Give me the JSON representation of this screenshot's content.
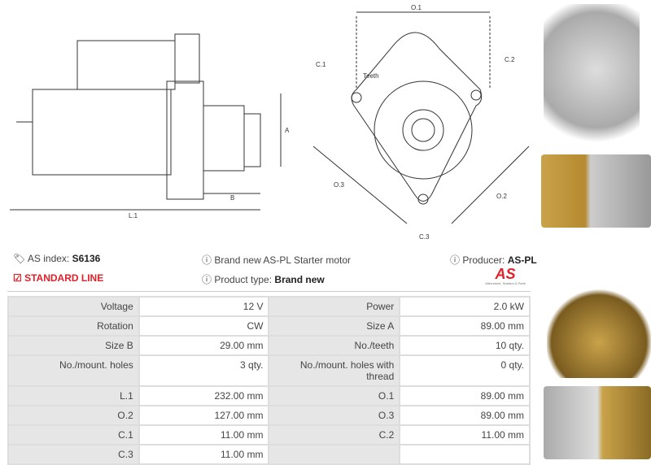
{
  "drawing_side": {
    "labels": {
      "a": "A",
      "b": "B",
      "l1": "L.1"
    }
  },
  "drawing_front": {
    "labels": {
      "o1": "O.1",
      "c1": "C.1",
      "c2": "C.2",
      "teeth": "Teeth",
      "o3": "O.3",
      "o2": "O.2",
      "c3": "C.3"
    }
  },
  "info": {
    "as_index_label": "AS index:",
    "as_index_value": "S6136",
    "line": "STANDARD LINE",
    "description": "Brand new AS-PL Starter motor",
    "product_type_label": "Product type:",
    "product_type_value": "Brand new",
    "producer_label": "Producer:",
    "producer_value": "AS-PL",
    "logo_text": "AS",
    "logo_tagline": "Alternators, Starters & Parts"
  },
  "specs": [
    [
      "Voltage",
      "12 V",
      "Power",
      "2.0 kW"
    ],
    [
      "Rotation",
      "CW",
      "Size A",
      "89.00 mm"
    ],
    [
      "Size B",
      "29.00 mm",
      "No./teeth",
      "10 qty."
    ],
    [
      "No./mount. holes",
      "3 qty.",
      "No./mount. holes with thread",
      "0 qty."
    ],
    [
      "L.1",
      "232.00 mm",
      "O.1",
      "89.00 mm"
    ],
    [
      "O.2",
      "127.00 mm",
      "O.3",
      "89.00 mm"
    ],
    [
      "C.1",
      "11.00 mm",
      "C.2",
      "11.00 mm"
    ],
    [
      "C.3",
      "11.00 mm",
      "",
      ""
    ]
  ],
  "colors": {
    "accent": "#e3202a",
    "label_bg": "#e6e6e6"
  }
}
